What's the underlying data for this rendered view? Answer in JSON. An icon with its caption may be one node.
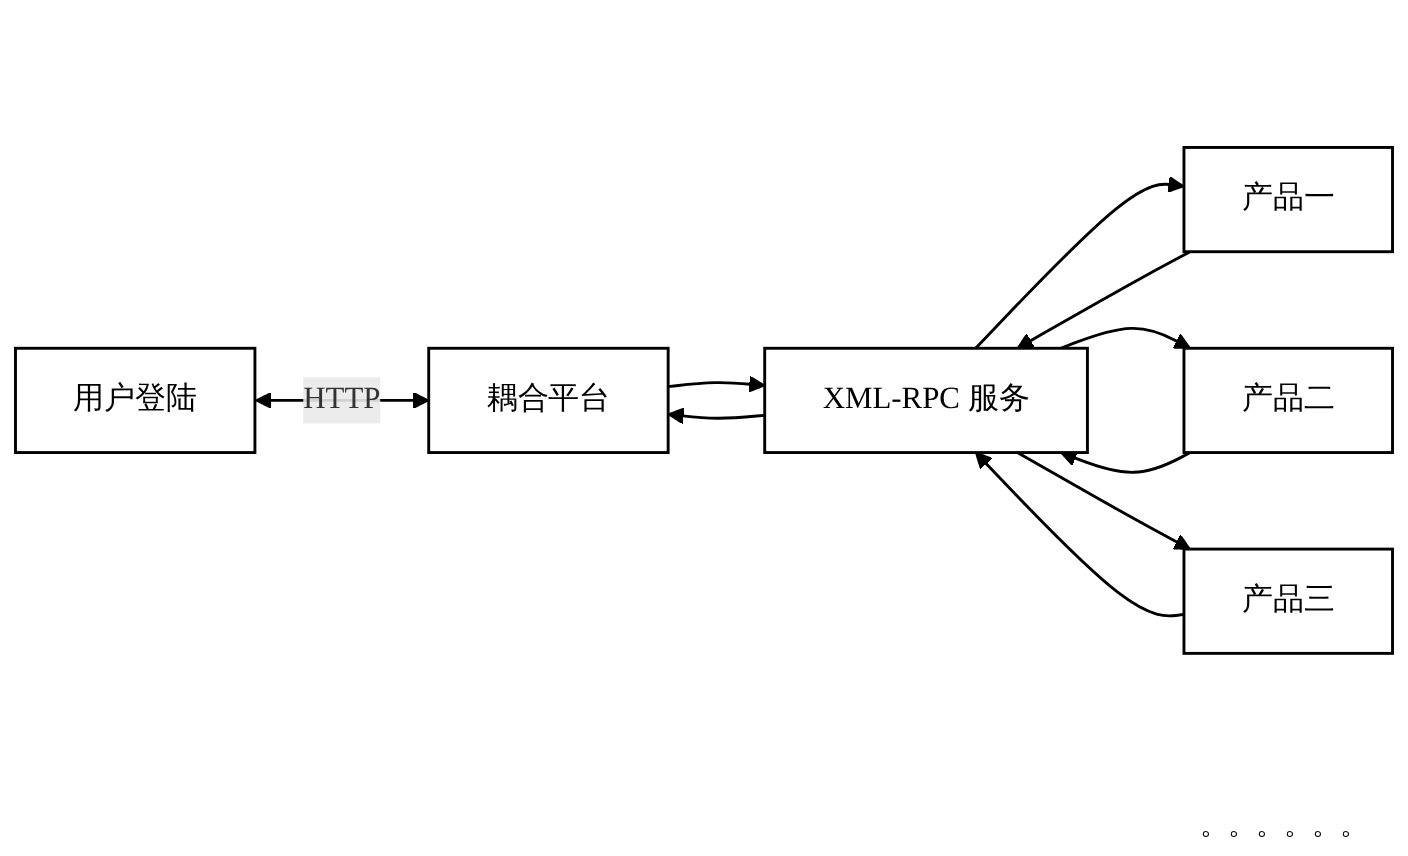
{
  "diagram": {
    "nodes": [
      {
        "text": [
          "用户登陆"
        ]
      },
      {
        "text": [
          "耦合平台"
        ]
      },
      {
        "text": [
          "XML-RPC 服务"
        ]
      },
      {
        "text": [
          "产品一"
        ]
      },
      {
        "text": [
          "产品二"
        ]
      },
      {
        "text": [
          "产品三"
        ]
      }
    ],
    "edges": [
      {
        "from": 0,
        "to": 1,
        "arrow": "both",
        "label": "HTTP"
      },
      {
        "from": 1,
        "to": 2,
        "arrow": "to"
      },
      {
        "from": 2,
        "to": 1,
        "arrow": "to"
      },
      {
        "from": 2,
        "to": 3,
        "arrow": "to"
      },
      {
        "from": 3,
        "to": 2,
        "arrow": "to"
      },
      {
        "from": 2,
        "to": 4,
        "arrow": "to"
      },
      {
        "from": 4,
        "to": 2,
        "arrow": "to"
      },
      {
        "from": 2,
        "to": 5,
        "arrow": "to"
      },
      {
        "from": 5,
        "to": 2,
        "arrow": "to"
      }
    ],
    "labels": [
      "。。。。。。"
    ]
  }
}
